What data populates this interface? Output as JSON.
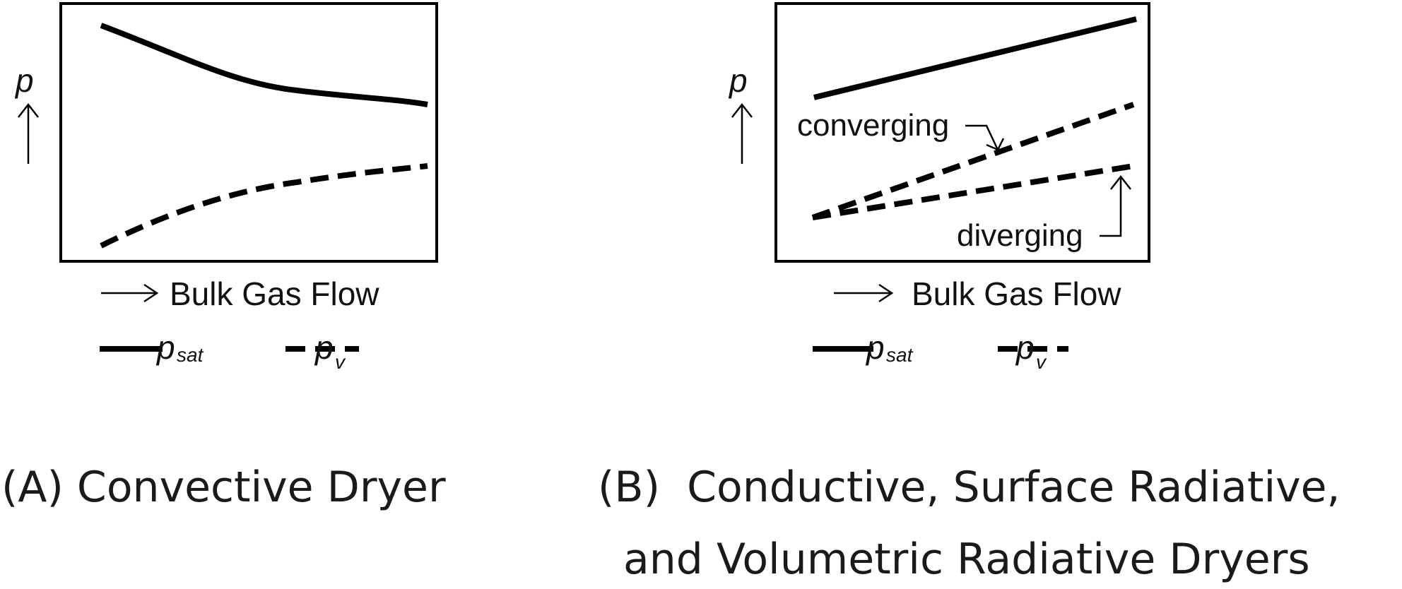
{
  "panels": [
    {
      "id": "A",
      "axis_label": "p",
      "flow_label": "Bulk Gas Flow",
      "legend": {
        "solid_main": "p",
        "solid_sub": "sat",
        "dashed_main": "p",
        "dashed_sub": "v"
      },
      "caption_lines": [
        "(A) Convective Dryer"
      ]
    },
    {
      "id": "B",
      "axis_label": "p",
      "flow_label": "Bulk Gas Flow",
      "annotations": {
        "converging": "converging",
        "diverging": "diverging"
      },
      "legend": {
        "solid_main": "p",
        "solid_sub": "sat",
        "dashed_main": "p",
        "dashed_sub": "v"
      },
      "caption_lines": [
        "(B)  Conductive, Surface Radiative,",
        "and Volumetric Radiative Dryers"
      ]
    }
  ],
  "curves": {
    "solid": "p_sat",
    "dashed": "p_v"
  },
  "colors": {
    "ink": "#000000",
    "background": "#ffffff"
  }
}
